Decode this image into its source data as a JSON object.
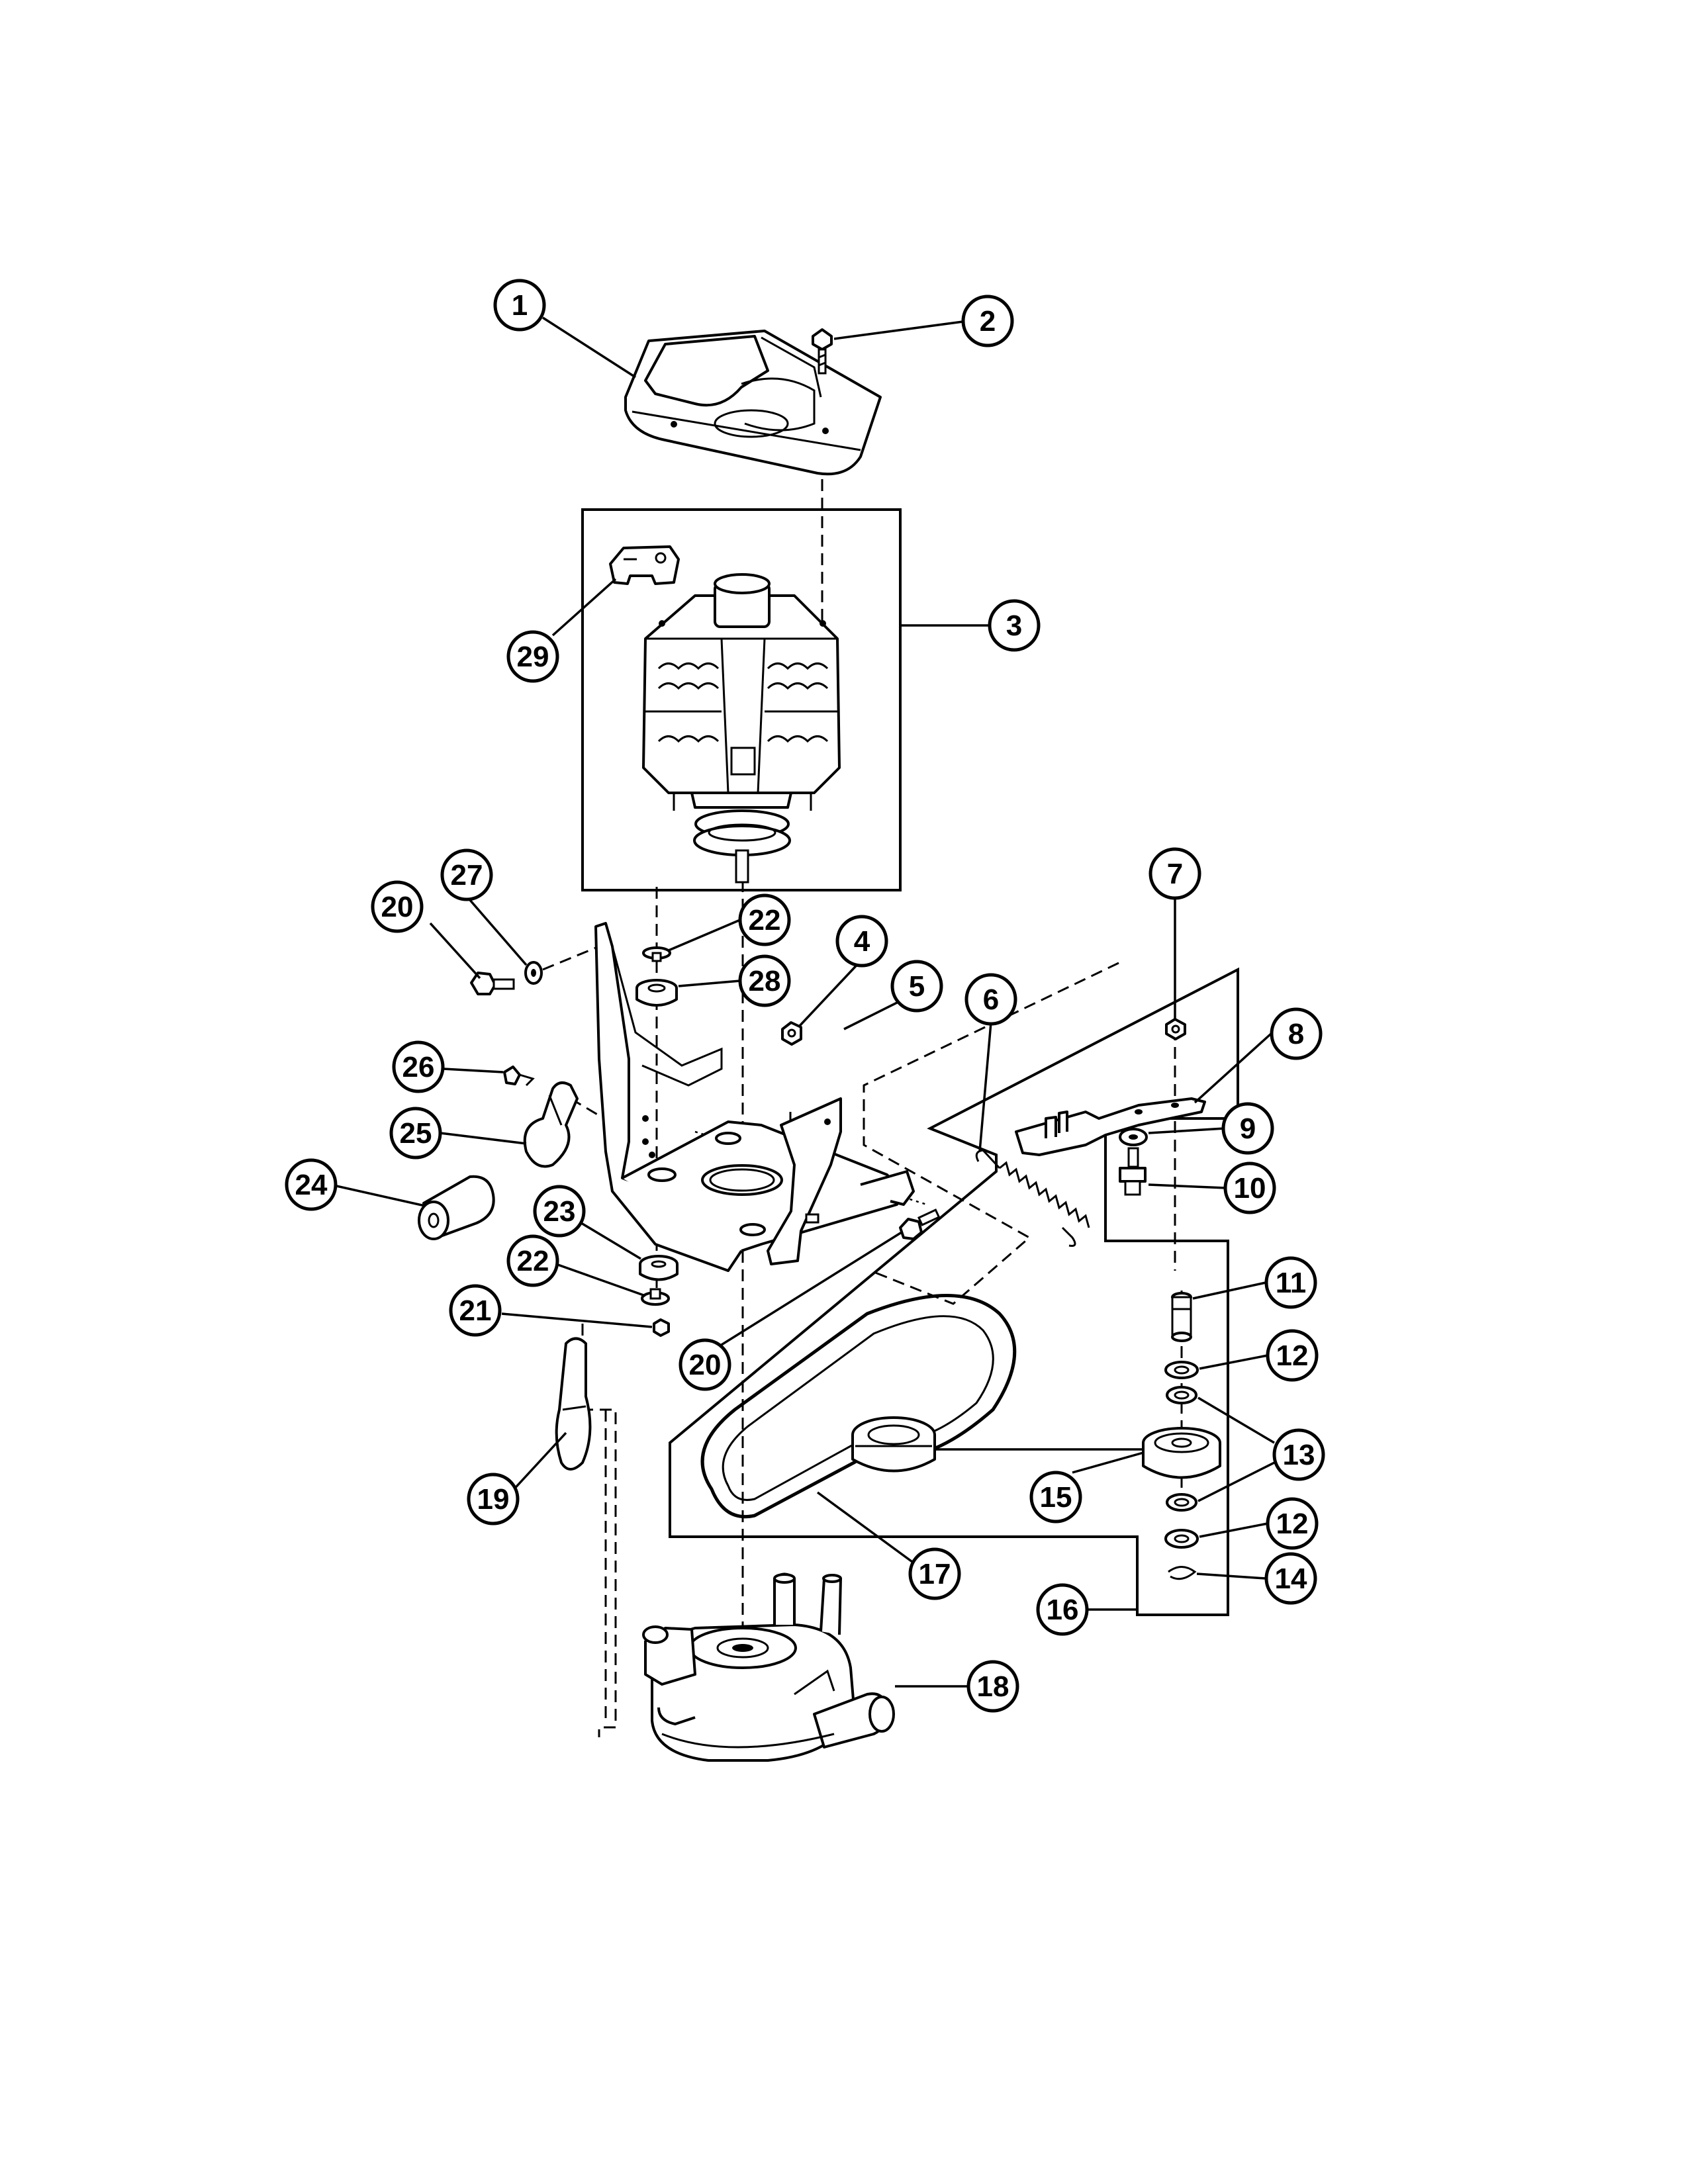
{
  "diagram": {
    "colors": {
      "ink": "#000000",
      "paper": "#ffffff"
    },
    "callouts": [
      {
        "id": "c1",
        "label": "1"
      },
      {
        "id": "c2",
        "label": "2"
      },
      {
        "id": "c3",
        "label": "3"
      },
      {
        "id": "c4",
        "label": "4"
      },
      {
        "id": "c5",
        "label": "5"
      },
      {
        "id": "c6",
        "label": "6"
      },
      {
        "id": "c7",
        "label": "7"
      },
      {
        "id": "c8",
        "label": "8"
      },
      {
        "id": "c9",
        "label": "9"
      },
      {
        "id": "c10",
        "label": "10"
      },
      {
        "id": "c11",
        "label": "11"
      },
      {
        "id": "c12a",
        "label": "12"
      },
      {
        "id": "c12b",
        "label": "12"
      },
      {
        "id": "c13",
        "label": "13"
      },
      {
        "id": "c14",
        "label": "14"
      },
      {
        "id": "c15",
        "label": "15"
      },
      {
        "id": "c16",
        "label": "16"
      },
      {
        "id": "c17",
        "label": "17"
      },
      {
        "id": "c18",
        "label": "18"
      },
      {
        "id": "c19",
        "label": "19"
      },
      {
        "id": "c20a",
        "label": "20"
      },
      {
        "id": "c20b",
        "label": "20"
      },
      {
        "id": "c21",
        "label": "21"
      },
      {
        "id": "c22a",
        "label": "22"
      },
      {
        "id": "c22b",
        "label": "22"
      },
      {
        "id": "c23",
        "label": "23"
      },
      {
        "id": "c24",
        "label": "24"
      },
      {
        "id": "c25",
        "label": "25"
      },
      {
        "id": "c26",
        "label": "26"
      },
      {
        "id": "c27",
        "label": "27"
      },
      {
        "id": "c28",
        "label": "28"
      },
      {
        "id": "c29",
        "label": "29"
      }
    ]
  }
}
